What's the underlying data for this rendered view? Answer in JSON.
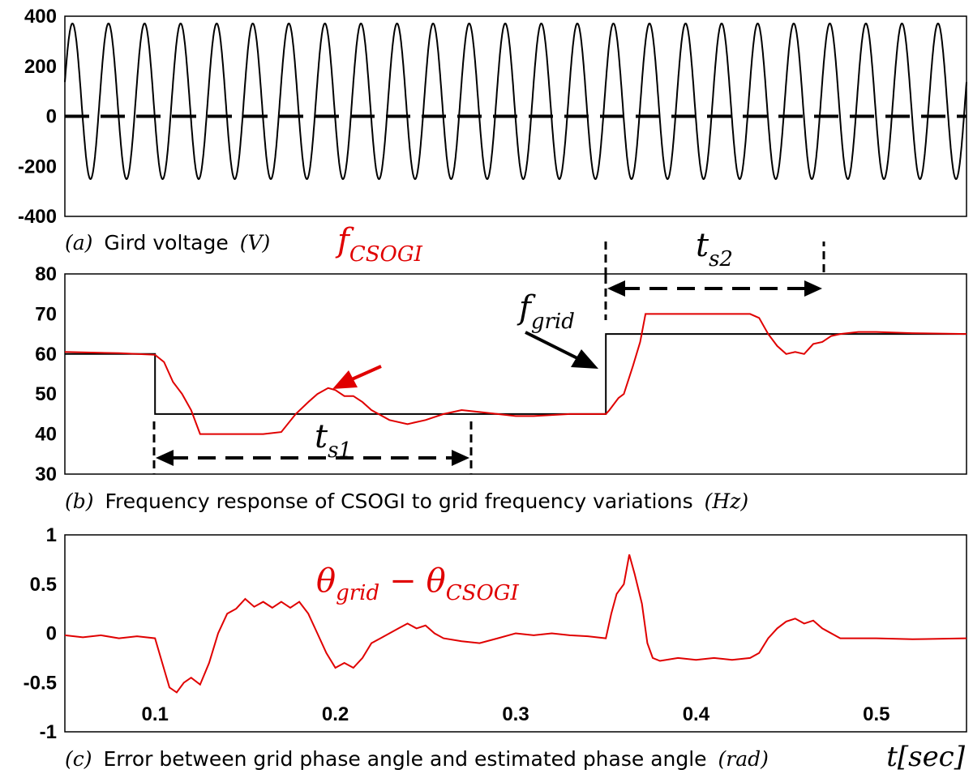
{
  "chart_data": [
    {
      "id": "a",
      "type": "line",
      "caption": {
        "prefix": "(a)",
        "text": "Gird voltage",
        "unit": "(V)"
      },
      "ylim": [
        -400,
        400
      ],
      "xlim": [
        0.05,
        0.55
      ],
      "y_ticks": [
        400,
        200,
        0,
        -200,
        -400
      ],
      "y_tick_labels": [
        "400",
        "200",
        "0",
        "-200",
        "-400"
      ],
      "series": [
        {
          "kind": "sine",
          "amplitude": 311,
          "offset": 60,
          "frequency_hz": 50,
          "color": "#000000"
        },
        {
          "kind": "hline",
          "y": 0,
          "style": "dashed",
          "color": "#000000"
        }
      ]
    },
    {
      "id": "b",
      "type": "line",
      "caption": {
        "prefix": "(b)",
        "text": "Frequency response of CSOGI to grid frequency variations",
        "unit": "(Hz)"
      },
      "ylim": [
        30,
        80
      ],
      "xlim": [
        0.05,
        0.55
      ],
      "y_ticks": [
        80,
        70,
        60,
        50,
        40,
        30
      ],
      "y_tick_labels": [
        "80",
        "70",
        "60",
        "50",
        "40",
        "30"
      ],
      "series": [
        {
          "color": "#000000",
          "points": [
            [
              0.05,
              60
            ],
            [
              0.1,
              60
            ],
            [
              0.1,
              45
            ],
            [
              0.35,
              45
            ],
            [
              0.35,
              65
            ],
            [
              0.55,
              65
            ]
          ]
        },
        {
          "color": "#e00000",
          "points": [
            [
              0.05,
              60.5
            ],
            [
              0.08,
              60.2
            ],
            [
              0.1,
              59.8
            ],
            [
              0.105,
              58
            ],
            [
              0.11,
              53
            ],
            [
              0.115,
              50
            ],
            [
              0.12,
              46
            ],
            [
              0.125,
              40
            ],
            [
              0.16,
              40
            ],
            [
              0.17,
              40.5
            ],
            [
              0.178,
              45
            ],
            [
              0.185,
              48
            ],
            [
              0.19,
              50
            ],
            [
              0.196,
              51.5
            ],
            [
              0.2,
              51
            ],
            [
              0.205,
              49.5
            ],
            [
              0.21,
              49.5
            ],
            [
              0.215,
              48
            ],
            [
              0.22,
              46
            ],
            [
              0.23,
              43.5
            ],
            [
              0.24,
              42.5
            ],
            [
              0.25,
              43.5
            ],
            [
              0.26,
              45
            ],
            [
              0.27,
              46
            ],
            [
              0.28,
              45.5
            ],
            [
              0.29,
              45
            ],
            [
              0.3,
              44.5
            ],
            [
              0.31,
              44.5
            ],
            [
              0.33,
              45
            ],
            [
              0.35,
              45
            ],
            [
              0.352,
              46
            ],
            [
              0.357,
              49
            ],
            [
              0.36,
              50
            ],
            [
              0.365,
              57
            ],
            [
              0.369,
              63
            ],
            [
              0.372,
              70
            ],
            [
              0.43,
              70
            ],
            [
              0.435,
              69
            ],
            [
              0.44,
              65
            ],
            [
              0.445,
              62
            ],
            [
              0.45,
              60
            ],
            [
              0.455,
              60.5
            ],
            [
              0.46,
              60
            ],
            [
              0.465,
              62.5
            ],
            [
              0.47,
              63
            ],
            [
              0.475,
              64.5
            ],
            [
              0.48,
              65
            ],
            [
              0.49,
              65.5
            ],
            [
              0.5,
              65.5
            ],
            [
              0.52,
              65.2
            ],
            [
              0.55,
              65
            ]
          ]
        }
      ],
      "annotations": [
        {
          "base": "f",
          "sub": "CSOGI",
          "color": "#e00000"
        },
        {
          "base": "f",
          "sub": "grid",
          "color": "#000000"
        },
        {
          "base": "t",
          "sub": "s1",
          "color": "#000000"
        },
        {
          "base": "t",
          "sub": "s2",
          "color": "#000000"
        }
      ]
    },
    {
      "id": "c",
      "type": "line",
      "caption": {
        "prefix": "(c)",
        "text": "Error between grid phase angle and estimated phase angle",
        "unit": "(rad)",
        "xlabel": "t[sec]"
      },
      "ylim": [
        -1,
        1
      ],
      "xlim": [
        0.05,
        0.55
      ],
      "y_ticks": [
        1,
        0.5,
        0,
        -0.5,
        -1
      ],
      "y_tick_labels": [
        "1",
        "0.5",
        "0",
        "-0.5",
        "-1"
      ],
      "x_ticks": [
        0.1,
        0.2,
        0.3,
        0.4,
        0.5
      ],
      "x_tick_labels": [
        "0.1",
        "0.2",
        "0.3",
        "0.4",
        "0.5"
      ],
      "series": [
        {
          "color": "#e00000",
          "points": [
            [
              0.05,
              -0.02
            ],
            [
              0.06,
              -0.04
            ],
            [
              0.07,
              -0.02
            ],
            [
              0.08,
              -0.05
            ],
            [
              0.09,
              -0.03
            ],
            [
              0.1,
              -0.05
            ],
            [
              0.104,
              -0.3
            ],
            [
              0.108,
              -0.55
            ],
            [
              0.112,
              -0.6
            ],
            [
              0.116,
              -0.5
            ],
            [
              0.12,
              -0.45
            ],
            [
              0.125,
              -0.52
            ],
            [
              0.13,
              -0.3
            ],
            [
              0.135,
              0.0
            ],
            [
              0.14,
              0.2
            ],
            [
              0.145,
              0.25
            ],
            [
              0.15,
              0.35
            ],
            [
              0.155,
              0.27
            ],
            [
              0.16,
              0.32
            ],
            [
              0.165,
              0.26
            ],
            [
              0.17,
              0.32
            ],
            [
              0.175,
              0.26
            ],
            [
              0.18,
              0.32
            ],
            [
              0.185,
              0.2
            ],
            [
              0.19,
              0.0
            ],
            [
              0.195,
              -0.2
            ],
            [
              0.2,
              -0.35
            ],
            [
              0.205,
              -0.3
            ],
            [
              0.21,
              -0.35
            ],
            [
              0.215,
              -0.25
            ],
            [
              0.22,
              -0.1
            ],
            [
              0.225,
              -0.05
            ],
            [
              0.23,
              0.0
            ],
            [
              0.235,
              0.05
            ],
            [
              0.24,
              0.1
            ],
            [
              0.245,
              0.05
            ],
            [
              0.25,
              0.08
            ],
            [
              0.255,
              0.0
            ],
            [
              0.26,
              -0.05
            ],
            [
              0.27,
              -0.08
            ],
            [
              0.28,
              -0.1
            ],
            [
              0.29,
              -0.05
            ],
            [
              0.3,
              0.0
            ],
            [
              0.31,
              -0.02
            ],
            [
              0.32,
              0.0
            ],
            [
              0.33,
              -0.02
            ],
            [
              0.34,
              -0.03
            ],
            [
              0.35,
              -0.05
            ],
            [
              0.353,
              0.2
            ],
            [
              0.356,
              0.4
            ],
            [
              0.36,
              0.5
            ],
            [
              0.363,
              0.8
            ],
            [
              0.366,
              0.6
            ],
            [
              0.37,
              0.3
            ],
            [
              0.373,
              -0.1
            ],
            [
              0.376,
              -0.25
            ],
            [
              0.38,
              -0.28
            ],
            [
              0.39,
              -0.25
            ],
            [
              0.4,
              -0.27
            ],
            [
              0.41,
              -0.25
            ],
            [
              0.42,
              -0.27
            ],
            [
              0.43,
              -0.25
            ],
            [
              0.435,
              -0.2
            ],
            [
              0.44,
              -0.05
            ],
            [
              0.445,
              0.05
            ],
            [
              0.45,
              0.12
            ],
            [
              0.455,
              0.15
            ],
            [
              0.46,
              0.1
            ],
            [
              0.465,
              0.13
            ],
            [
              0.47,
              0.05
            ],
            [
              0.48,
              -0.05
            ],
            [
              0.5,
              -0.05
            ],
            [
              0.52,
              -0.06
            ],
            [
              0.55,
              -0.05
            ]
          ]
        }
      ],
      "annotations": [
        {
          "text_left": "θ",
          "sub_left": "grid",
          "op": "−",
          "text_right": "θ",
          "sub_right": "CSOGI",
          "color": "#e00000"
        }
      ]
    }
  ]
}
